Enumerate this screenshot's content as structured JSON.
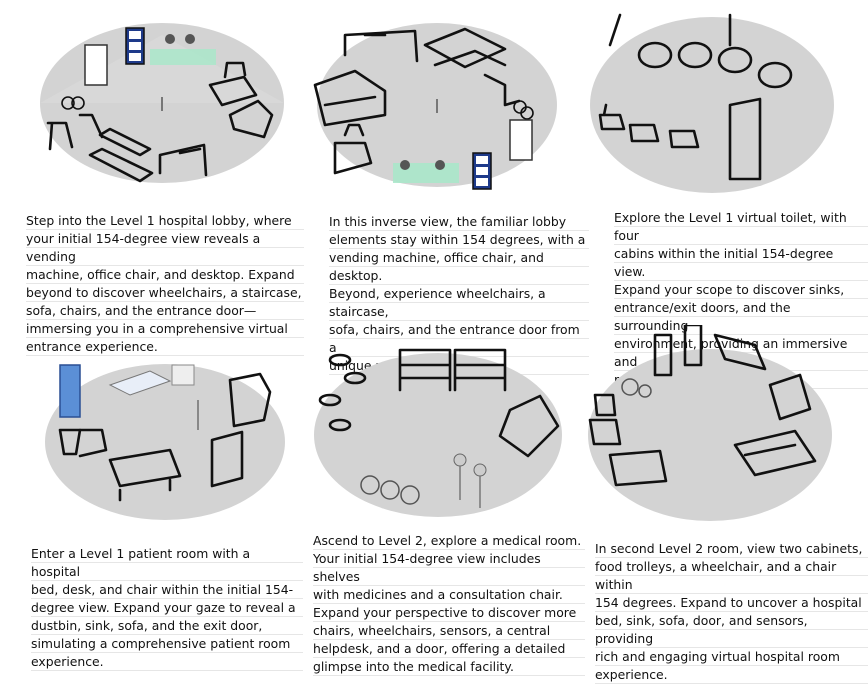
{
  "panels": [
    {
      "caption": "Step into the Level 1 hospital lobby, where\nyour initial 154-degree view reveals a vending\nmachine, office chair, and desktop. Expand\nbeyond to discover wheelchairs, a staircase,\nsofa, chairs, and the entrance door—\nimmersing you in a comprehensive virtual\nentrance experience."
    },
    {
      "caption": "In this inverse view, the familiar lobby\nelements stay within 154 degrees, with a\nvending machine, office chair, and desktop.\nBeyond, experience wheelchairs, a staircase,\nsofa, chairs, and the entrance door from a\nunique perspective."
    },
    {
      "caption": "Explore the Level 1 virtual toilet, with four\ncabins within the initial 154-degree view.\nExpand your scope to discover sinks,\nentrance/exit doors, and the surrounding\nenvironment, providing an immersive and\nrealistic user interaction."
    },
    {
      "caption": "Enter a Level 1 patient room with a hospital\nbed, desk, and chair within the initial 154-\ndegree view. Expand your gaze to reveal a\ndustbin, sink, sofa, and the exit door,\nsimulating a comprehensive patient room\nexperience."
    },
    {
      "caption": "Ascend to Level 2, explore a medical room.\nYour initial 154-degree view includes shelves\nwith medicines and a consultation chair.\nExpand your perspective to discover more\nchairs, wheelchairs, sensors, a central\nhelpdesk, and a door, offering a detailed\nglimpse into the medical facility."
    },
    {
      "caption": "In second Level 2 room, view two cabinets,\nfood trolleys, a wheelchair, and a chair within\n154 degrees. Expand to uncover a hospital\nbed, sink, sofa, door, and sensors, providing\nrich and engaging virtual hospital room\nexperience."
    }
  ]
}
